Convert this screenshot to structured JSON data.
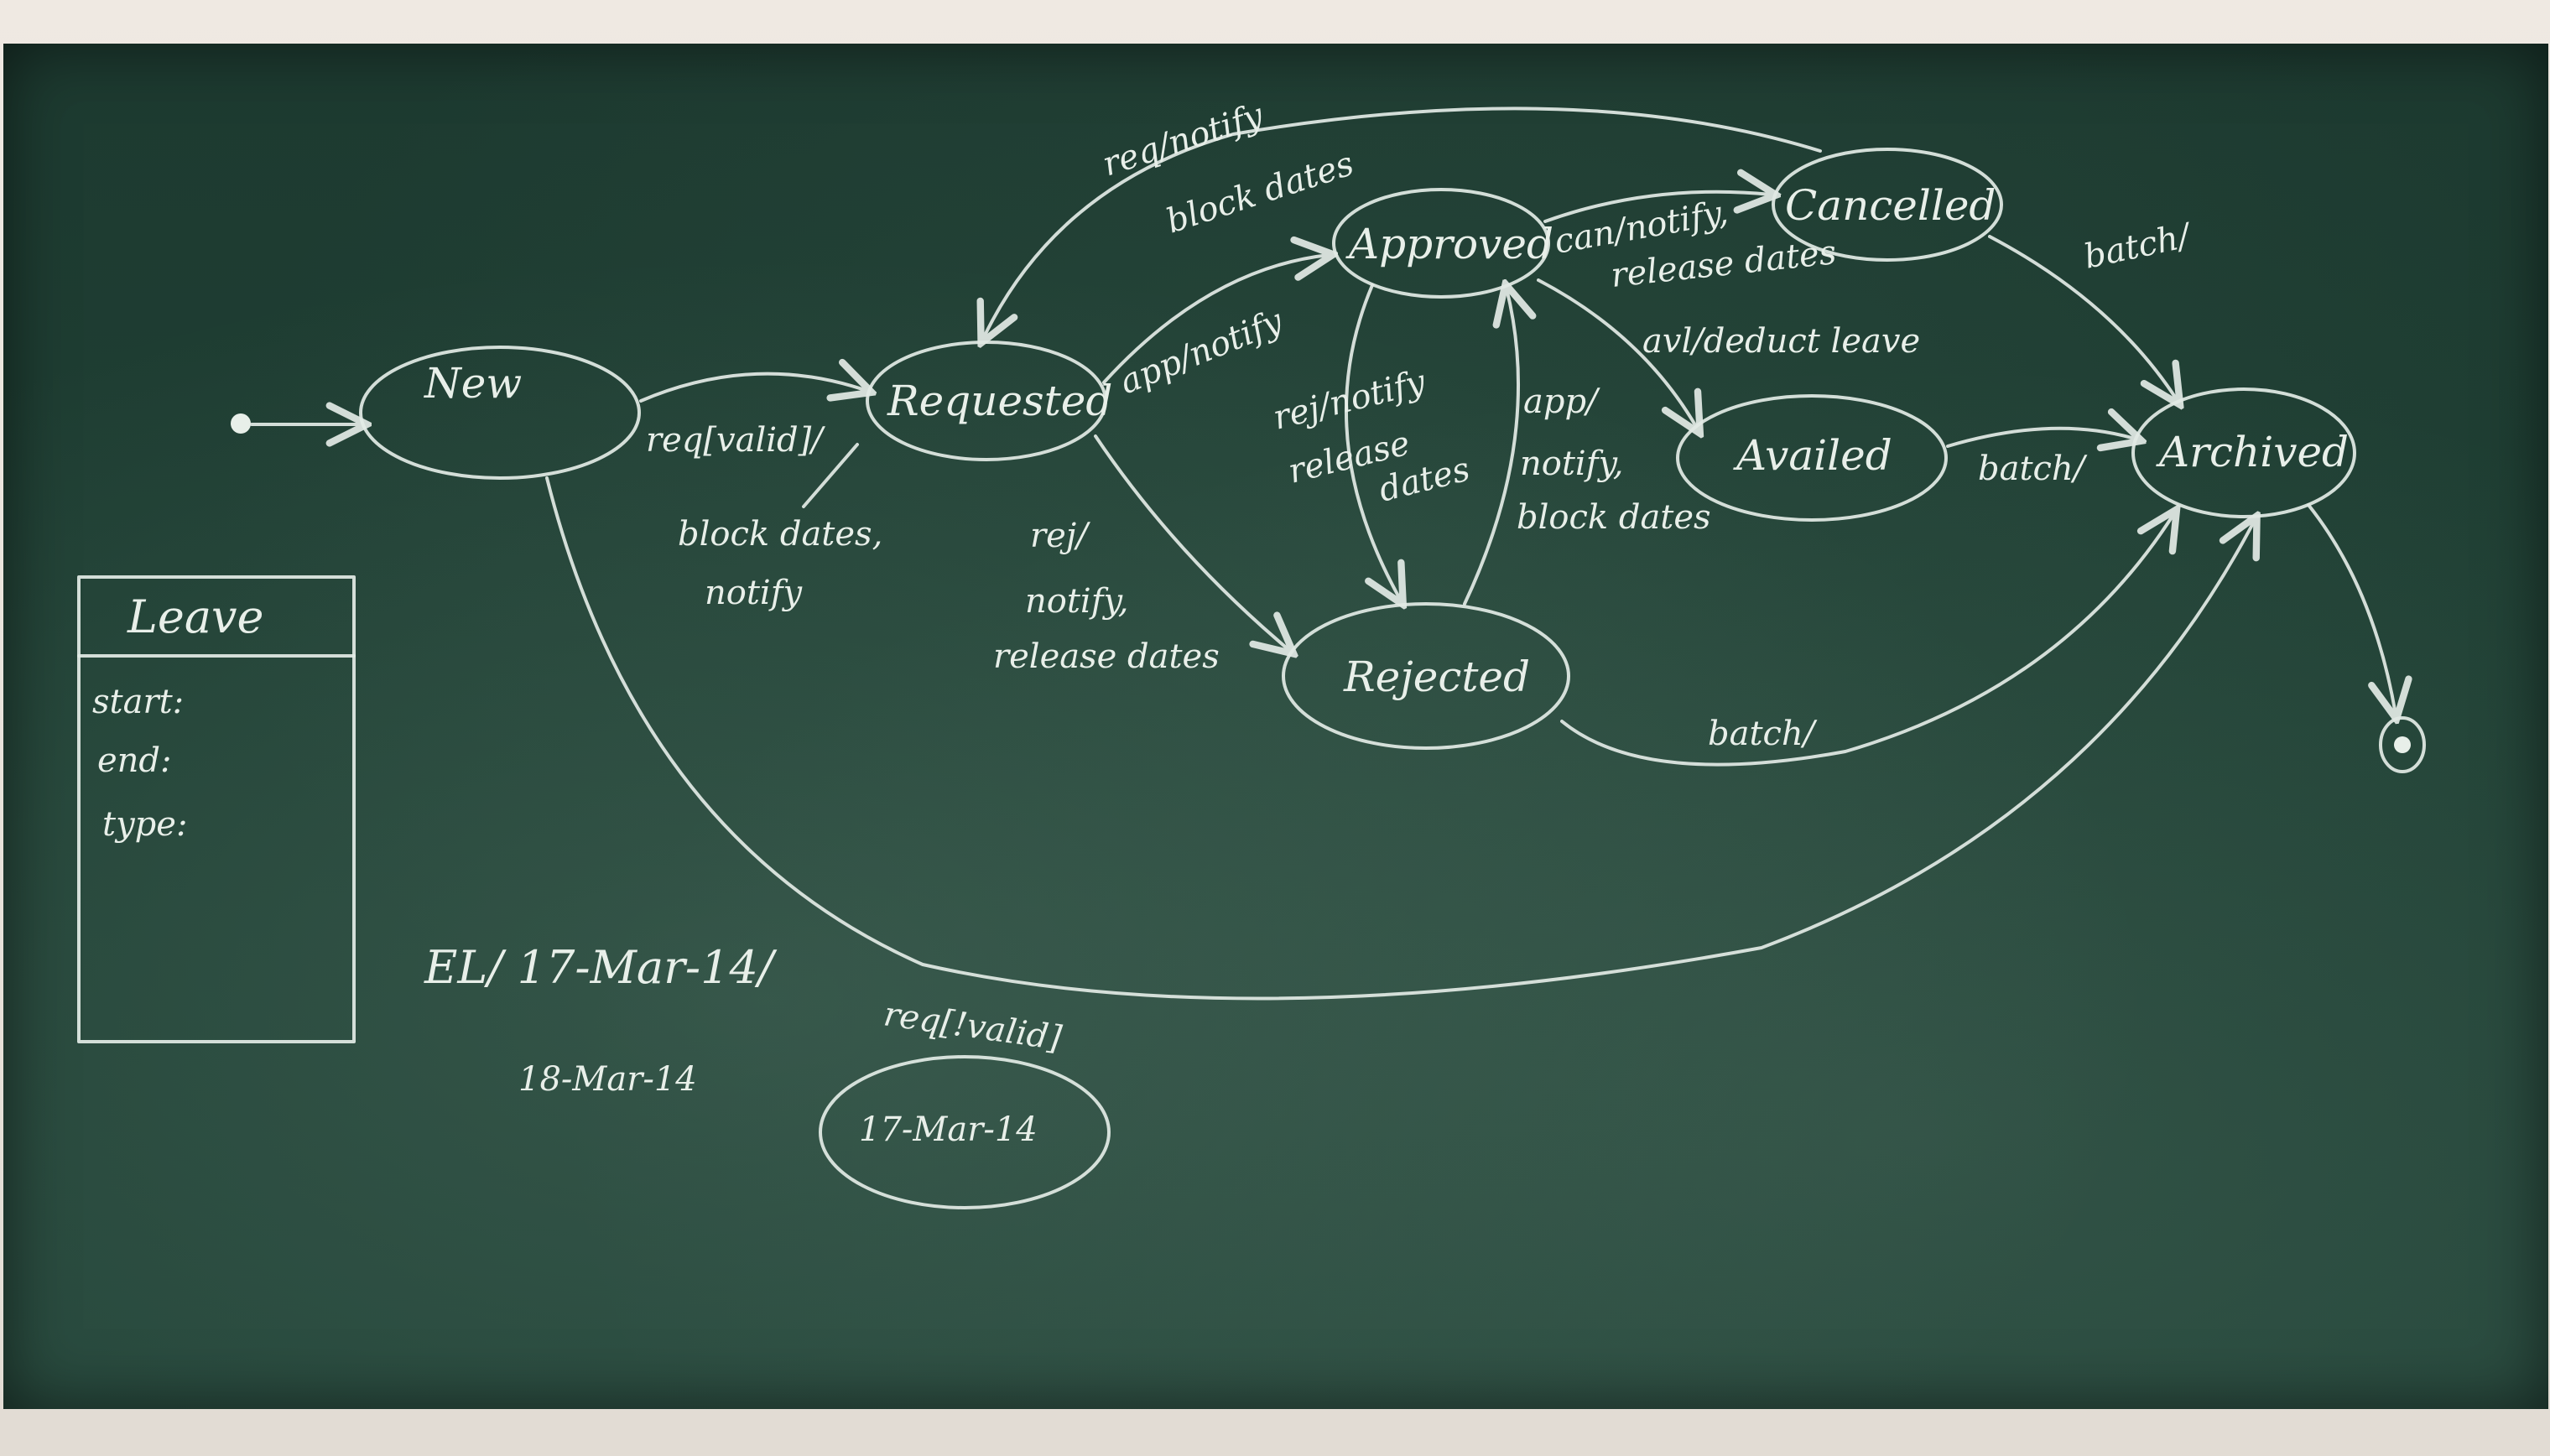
{
  "diagram": {
    "states": {
      "new": "New",
      "requested": "Requested",
      "approved": "Approved",
      "cancelled": "Cancelled",
      "availed": "Availed",
      "rejected": "Rejected",
      "archived": "Archived"
    },
    "transitions": {
      "new_to_requested": "req[valid]/",
      "new_to_requested_action_1": "block dates,",
      "new_to_requested_action_2": "notify",
      "cancelled_to_requested_1": "req/notify",
      "cancelled_to_requested_2": "block dates",
      "requested_to_approved": "app/notify",
      "approved_to_cancelled_1": "can/notify,",
      "approved_to_cancelled_2": "release dates",
      "approved_to_availed": "avl/deduct leave",
      "approved_to_rejected_1": "rej/notify",
      "approved_to_rejected_2": "release",
      "approved_to_rejected_3": "dates",
      "rejected_to_approved_1": "app/",
      "rejected_to_approved_2": "notify,",
      "rejected_to_approved_3": "block dates",
      "requested_to_rejected_1": "rej/",
      "requested_to_rejected_2": "notify,",
      "requested_to_rejected_3": "release dates",
      "cancelled_to_archived": "batch/",
      "availed_to_archived": "batch/",
      "rejected_to_archived": "batch/",
      "new_to_archived": "req[!valid]"
    },
    "class_box": {
      "name": "Leave",
      "attr_start": "start:",
      "attr_end": "end:",
      "attr_type": "type:"
    },
    "notes": {
      "line1": "EL/ 17-Mar-14/",
      "line2": "18-Mar-14",
      "circled": "17-Mar-14"
    }
  }
}
